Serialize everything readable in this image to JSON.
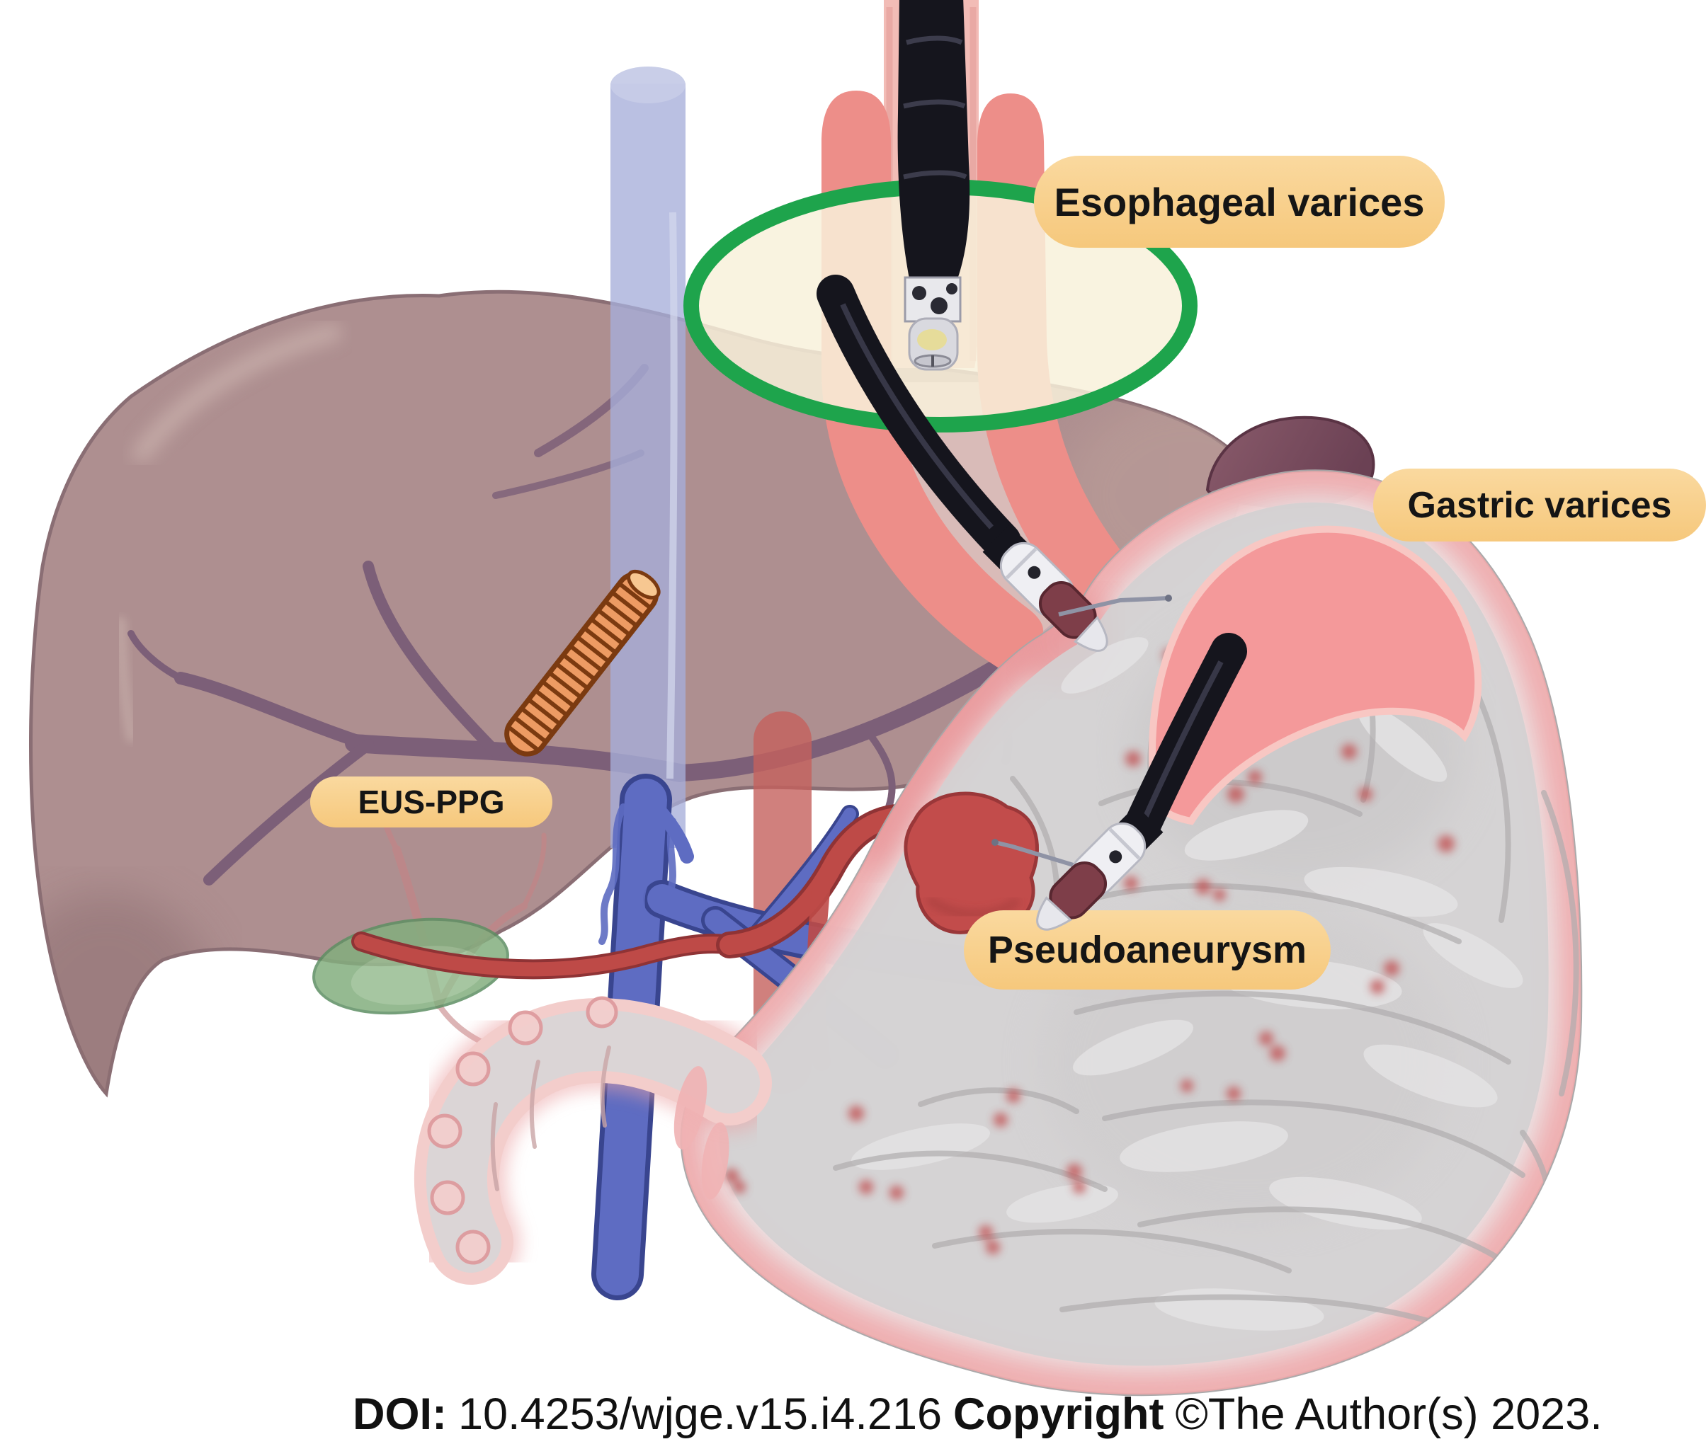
{
  "figure": {
    "title_context": "EUS therapeutic targets illustration",
    "labels": {
      "esophageal": "Esophageal varices",
      "gastric": "Gastric varices",
      "eus_ppg": "EUS-PPG",
      "pseudoaneurysm": "Pseudoaneurysm"
    },
    "footer": {
      "doi_label": "DOI:",
      "doi_value": "10.4253/wjge.v15.i4.216",
      "copyright_label": "Copyright",
      "copyright_value": "©The Author(s) 2023."
    },
    "colors": {
      "background": "#FFFFFF",
      "label_top": "#FAD99F",
      "label_bottom": "#F6C87C",
      "label_text": "#151515",
      "footer_text": "#111111",
      "accent_green": "#1EA44C",
      "circle_cream": "#F8F1DA",
      "liver": "#AE8F90",
      "liver_outline": "#8A6E74",
      "portal_branch_purple": "#7C5F78",
      "vena_cava_blue": "#A7AEDA",
      "portal_vein_blue": "#5E6CC2",
      "portal_vein_outline": "#39458F",
      "artery_red": "#BE4A47",
      "aorta_red": "#C4605C",
      "esophagus_salmon": "#ED8E89",
      "esophagus_tube_pink": "#F2BCB6",
      "stomach_gray": "#D2D0D1",
      "stomach_blush": "#EFA9AB",
      "gastric_varices_pink": "#F4999A",
      "spleen_plum": "#7D4A5B",
      "stent_orange": "#ED9B63",
      "stent_outline": "#7B3A10",
      "endoscope_black": "#15151D",
      "pseudoaneurysm_red": "#C24C4B",
      "gallbladder_green": "#83AE7E"
    }
  }
}
